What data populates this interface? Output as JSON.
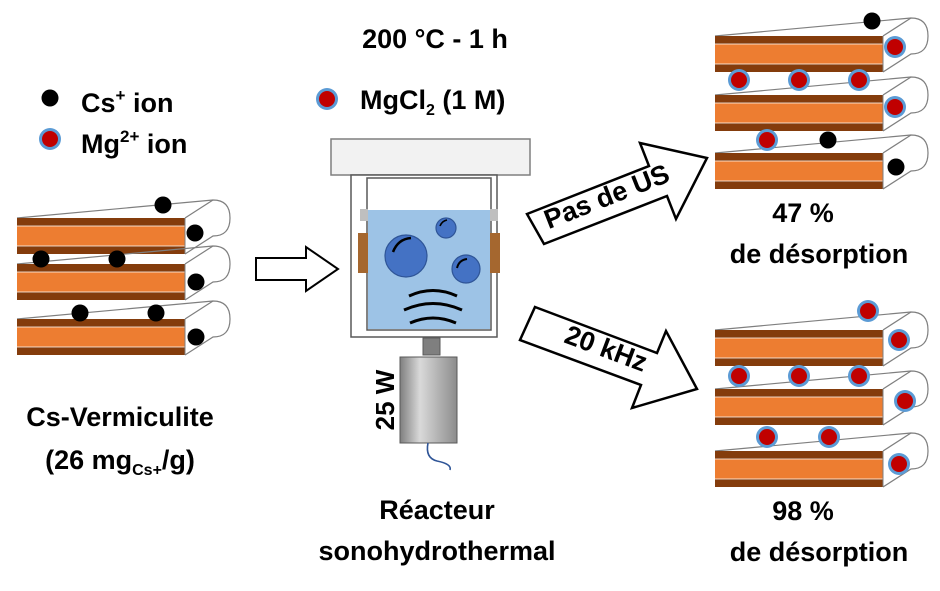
{
  "legend": {
    "cs_label": "Cs",
    "cs_sup": "+",
    "cs_suffix": " ion",
    "mg_label": "Mg",
    "mg_sup": "2+",
    "mg_suffix": " ion"
  },
  "sample": {
    "name": "Cs-Vermiculite",
    "loading_prefix": "(26 mg",
    "loading_sub": "Cs+",
    "loading_suffix": "/g)"
  },
  "reactor": {
    "conditions": "200 °C - 1 h",
    "reagent_prefix": "MgCl",
    "reagent_sub": "2",
    "reagent_suffix": " (1 M)",
    "power": "25 W",
    "name_line1": "Réacteur",
    "name_line2": "sonohydrothermal"
  },
  "outcomes": {
    "no_us": {
      "arrow_label": "Pas de US",
      "percent": "47 %",
      "caption": "de désorption"
    },
    "us": {
      "arrow_label": "20 kHz",
      "percent": "98 %",
      "caption": "de désorption"
    }
  },
  "colors": {
    "layer_orange": "#ED7D31",
    "layer_brown": "#843C0C",
    "cs_ion": "#000000",
    "mg_core": "#C00000",
    "mg_ring": "#5B9BD5",
    "water": "#9DC3E6",
    "bubble": "#4472C4"
  }
}
